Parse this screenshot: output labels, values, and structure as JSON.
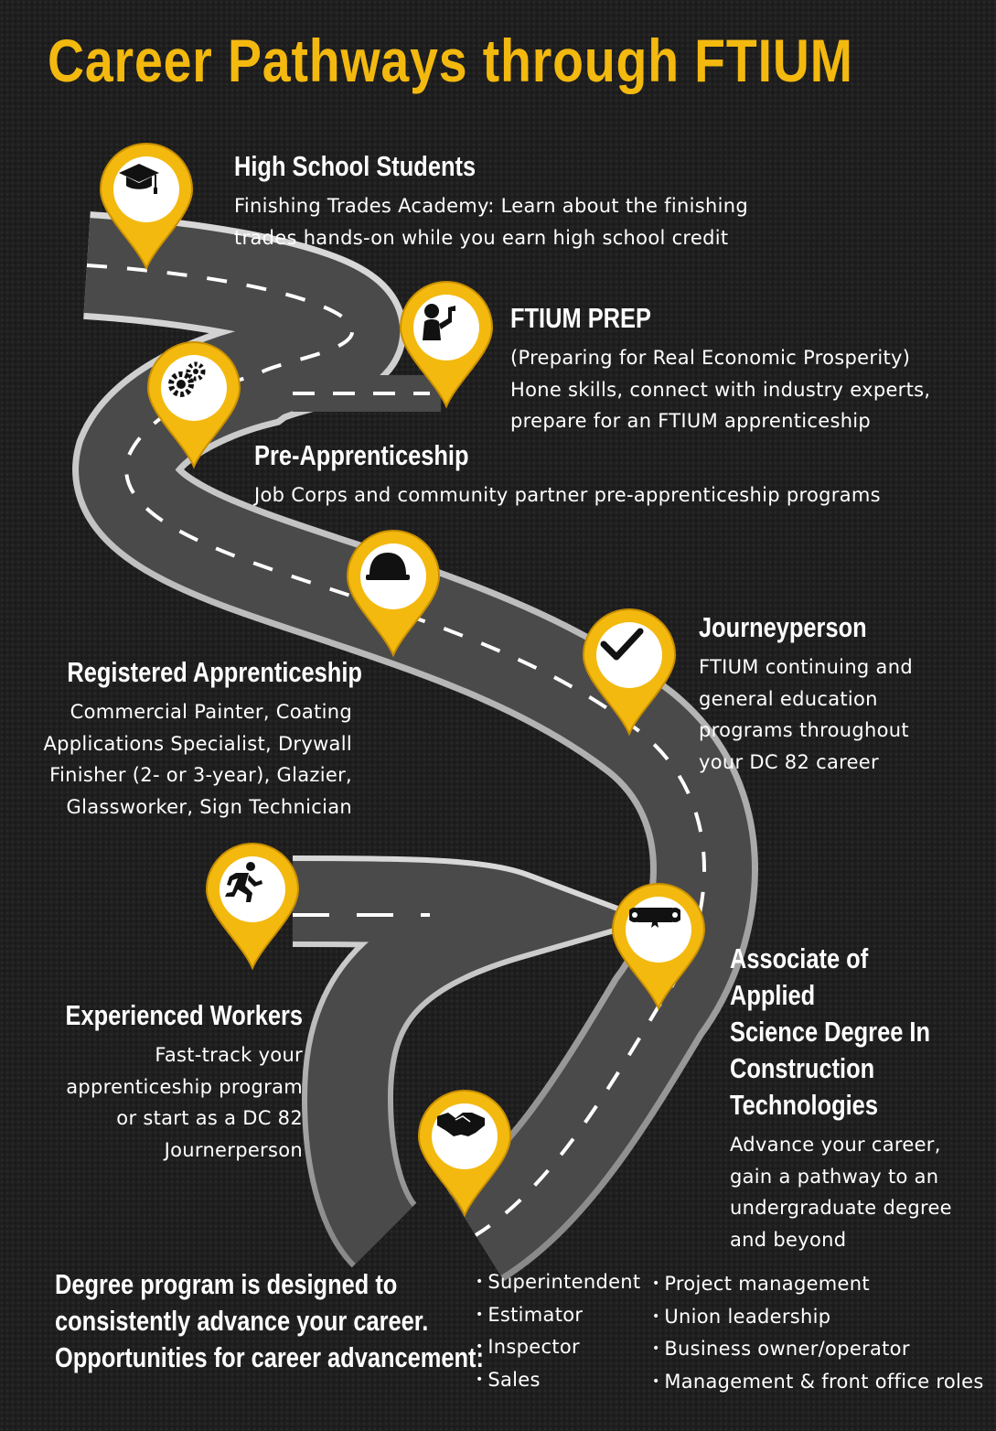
{
  "title": "Career Pathways through FTIUM",
  "colors": {
    "accent": "#f3b90f",
    "road": "#4a4a4a",
    "background": "#1f1f1f"
  },
  "milestones": [
    {
      "icon": "graduation-cap-icon",
      "heading": "High School Students",
      "body": "Finishing Trades Academy: Learn about the finishing\ntrades hands-on while you earn high school credit"
    },
    {
      "icon": "person-flexing-icon",
      "heading": "FTIUM PREP",
      "body": "(Preparing for Real Economic Prosperity)\nHone skills, connect with industry experts,\nprepare for an FTIUM apprenticeship"
    },
    {
      "icon": "gears-icon",
      "heading": "Pre-Apprenticeship",
      "body": "Job Corps and community partner pre-apprenticeship programs"
    },
    {
      "icon": "hard-hat-icon",
      "heading": "Registered Apprenticeship",
      "body": "Commercial Painter, Coating\nApplications Specialist,  Drywall\nFinisher (2- or 3-year),  Glazier,\nGlassworker, Sign Technician"
    },
    {
      "icon": "checkmark-icon",
      "heading": "Journeyperson",
      "body": "FTIUM continuing and\ngeneral education\nprograms throughout\nyour DC 82 career"
    },
    {
      "icon": "running-person-icon",
      "heading": "Experienced Workers",
      "body": "Fast-track your\napprenticeship program\nor start as a DC 82\nJournerperson"
    },
    {
      "icon": "diploma-scroll-icon",
      "heading": "Associate of Applied\nScience Degree In\nConstruction\nTechnologies",
      "body": "Advance your career,\ngain a pathway to an\nundergraduate degree\nand beyond"
    },
    {
      "icon": "handshake-icon"
    }
  ],
  "bottom": {
    "statement": "Degree program is designed to\nconsistently advance your career.\nOpportunities for career advancement:",
    "list_left": [
      "Superintendent",
      "Estimator",
      "Inspector",
      "Sales"
    ],
    "list_right": [
      "Project management",
      "Union leadership",
      "Business owner/operator",
      "Management & front office roles"
    ]
  }
}
